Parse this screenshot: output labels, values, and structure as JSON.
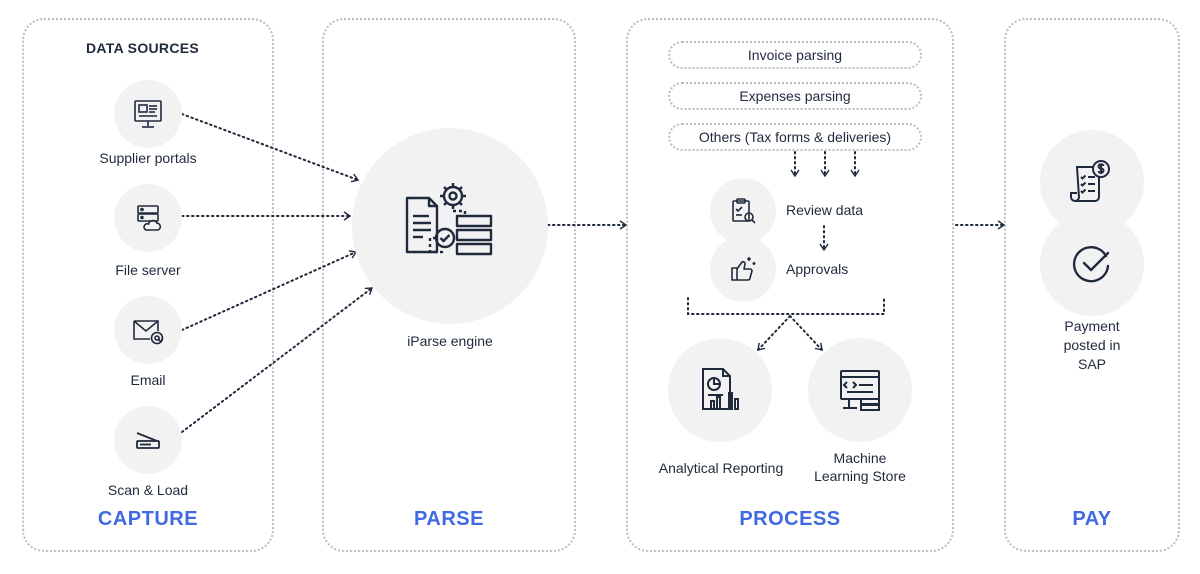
{
  "capture": {
    "heading": "DATA SOURCES",
    "stage": "CAPTURE",
    "sources": [
      {
        "label": "Supplier portals",
        "icon": "monitor-icon"
      },
      {
        "label": "File server",
        "icon": "server-icon"
      },
      {
        "label": "Email",
        "icon": "email-icon"
      },
      {
        "label": "Scan & Load",
        "icon": "scanner-icon"
      }
    ]
  },
  "parse": {
    "stage": "PARSE",
    "engine_label": "iParse engine",
    "engine_icon": "document-gear-icon"
  },
  "process": {
    "stage": "PROCESS",
    "parsers": [
      "Invoice parsing",
      "Expenses parsing",
      "Others (Tax forms & deliveries)"
    ],
    "review_label": "Review data",
    "approvals_label": "Approvals",
    "reporting_label": "Analytical Reporting",
    "ml_store_label_line1": "Machine",
    "ml_store_label_line2": "Learning Store"
  },
  "pay": {
    "stage": "PAY",
    "label_line1": "Payment",
    "label_line2": "posted in",
    "label_line3": "SAP"
  },
  "colors": {
    "accent": "#4169e1",
    "icon_stroke": "#1f2a3c",
    "circle_fill": "#f2f2f2",
    "border": "#b9bec7"
  }
}
